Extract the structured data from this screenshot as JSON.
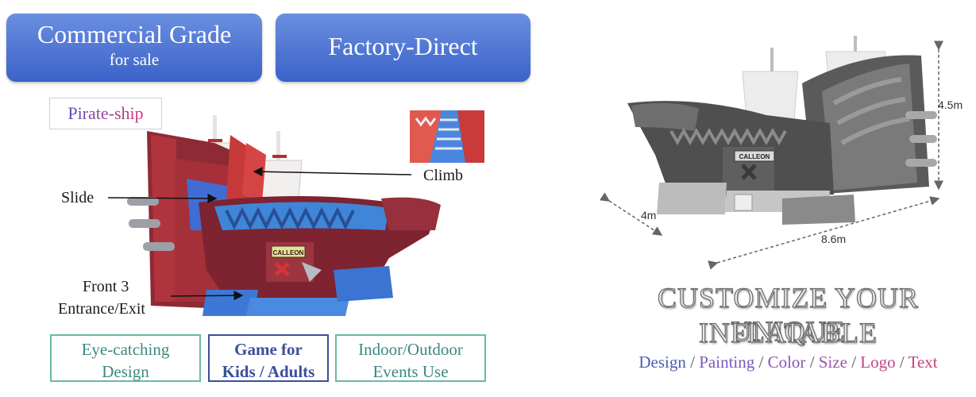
{
  "banners": {
    "commercial_title": "Commercial Grade",
    "commercial_sub": "for sale",
    "factory": "Factory-Direct"
  },
  "product_tag": "Pirate-ship",
  "callouts": {
    "slide": "Slide",
    "climb": "Climb",
    "front_line1": "Front 3",
    "front_line2": "Entrance/Exit"
  },
  "ship_label": "CALLEON",
  "features": [
    {
      "line1": "Eye-catching",
      "line2": "Design",
      "color": "#3a8a80"
    },
    {
      "line1": "Game for",
      "line2": "Kids / Adults",
      "color": "#3b4f9a"
    },
    {
      "line1": "Indoor/Outdoor",
      "line2": "Events Use",
      "color": "#3a8a80"
    }
  ],
  "dimensions": {
    "height": "4.5m",
    "width": "4m",
    "length": "8.6m"
  },
  "gray_ship_label": "CALLEON",
  "customize": {
    "line1": "CUSTOMIZE YOUR UNIQUE",
    "line2": "INFLATABLE",
    "options": [
      {
        "label": "Design",
        "color": "#4a5fb5"
      },
      {
        "label": "Painting",
        "color": "#7b57b8"
      },
      {
        "label": "Color",
        "color": "#8a58b0"
      },
      {
        "label": "Size",
        "color": "#9a56a8"
      },
      {
        "label": "Logo",
        "color": "#c0448a"
      },
      {
        "label": "Text",
        "color": "#c8407a"
      }
    ]
  }
}
